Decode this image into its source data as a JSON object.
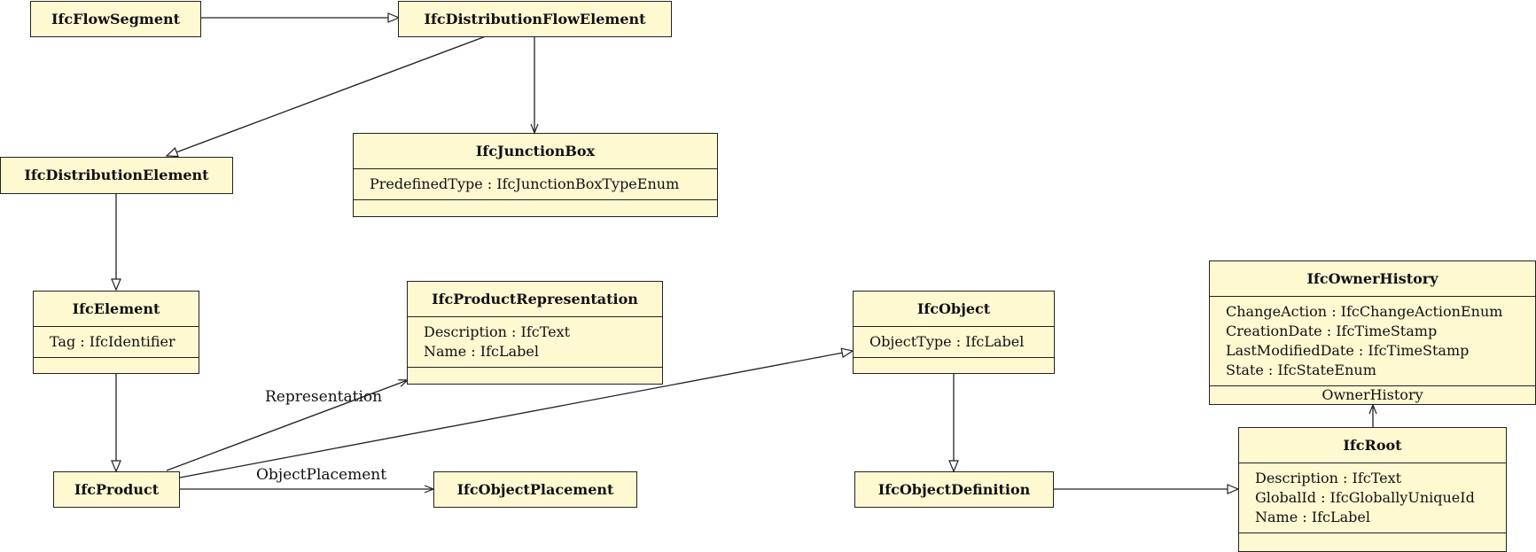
{
  "diagram": {
    "classes": {
      "flow_segment": {
        "name": "IfcFlowSegment"
      },
      "distribution_flow_element": {
        "name": "IfcDistributionFlowElement"
      },
      "junction_box": {
        "name": "IfcJunctionBox",
        "attributes": [
          "PredefinedType : IfcJunctionBoxTypeEnum"
        ]
      },
      "distribution_element": {
        "name": "IfcDistributionElement"
      },
      "element": {
        "name": "IfcElement",
        "attributes": [
          "Tag : IfcIdentifier"
        ]
      },
      "product_representation": {
        "name": "IfcProductRepresentation",
        "attributes": [
          "Description : IfcText",
          "Name : IfcLabel"
        ]
      },
      "object": {
        "name": "IfcObject",
        "attributes": [
          "ObjectType : IfcLabel"
        ]
      },
      "owner_history": {
        "name": "IfcOwnerHistory",
        "attributes": [
          "ChangeAction : IfcChangeActionEnum",
          "CreationDate : IfcTimeStamp",
          "LastModifiedDate : IfcTimeStamp",
          "State : IfcStateEnum"
        ],
        "footer": "OwnerHistory"
      },
      "product": {
        "name": "IfcProduct"
      },
      "object_placement": {
        "name": "IfcObjectPlacement"
      },
      "object_definition": {
        "name": "IfcObjectDefinition"
      },
      "root": {
        "name": "IfcRoot",
        "attributes": [
          "Description : IfcText",
          "GlobalId : IfcGloballyUniqueId",
          "Name : IfcLabel"
        ]
      }
    },
    "edge_labels": {
      "representation": "Representation",
      "object_placement": "ObjectPlacement"
    }
  }
}
